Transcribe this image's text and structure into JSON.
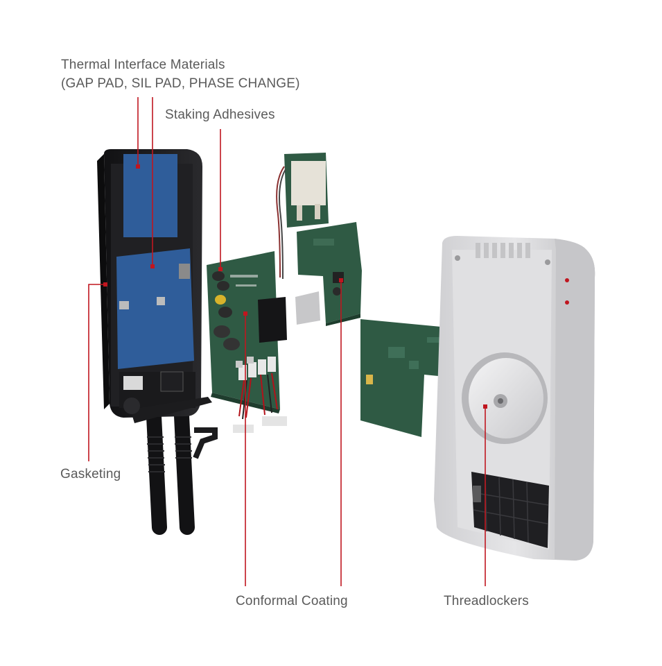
{
  "callouts": {
    "thermal_interface": {
      "line1": "Thermal Interface Materials",
      "line2": "(GAP PAD, SIL PAD, PHASE CHANGE)"
    },
    "staking_adhesives": "Staking Adhesives",
    "gasketing": "Gasketing",
    "conformal_coating": "Conformal Coating",
    "threadlockers": "Threadlockers"
  },
  "colors": {
    "leader_line": "#c0161f",
    "label_text": "#5a5a5a",
    "pcb_green": "#2f5a44",
    "thermal_pad_blue": "#2f5d9a",
    "housing_black": "#1c1c1e",
    "cover_grey": "#dcdcdc"
  }
}
